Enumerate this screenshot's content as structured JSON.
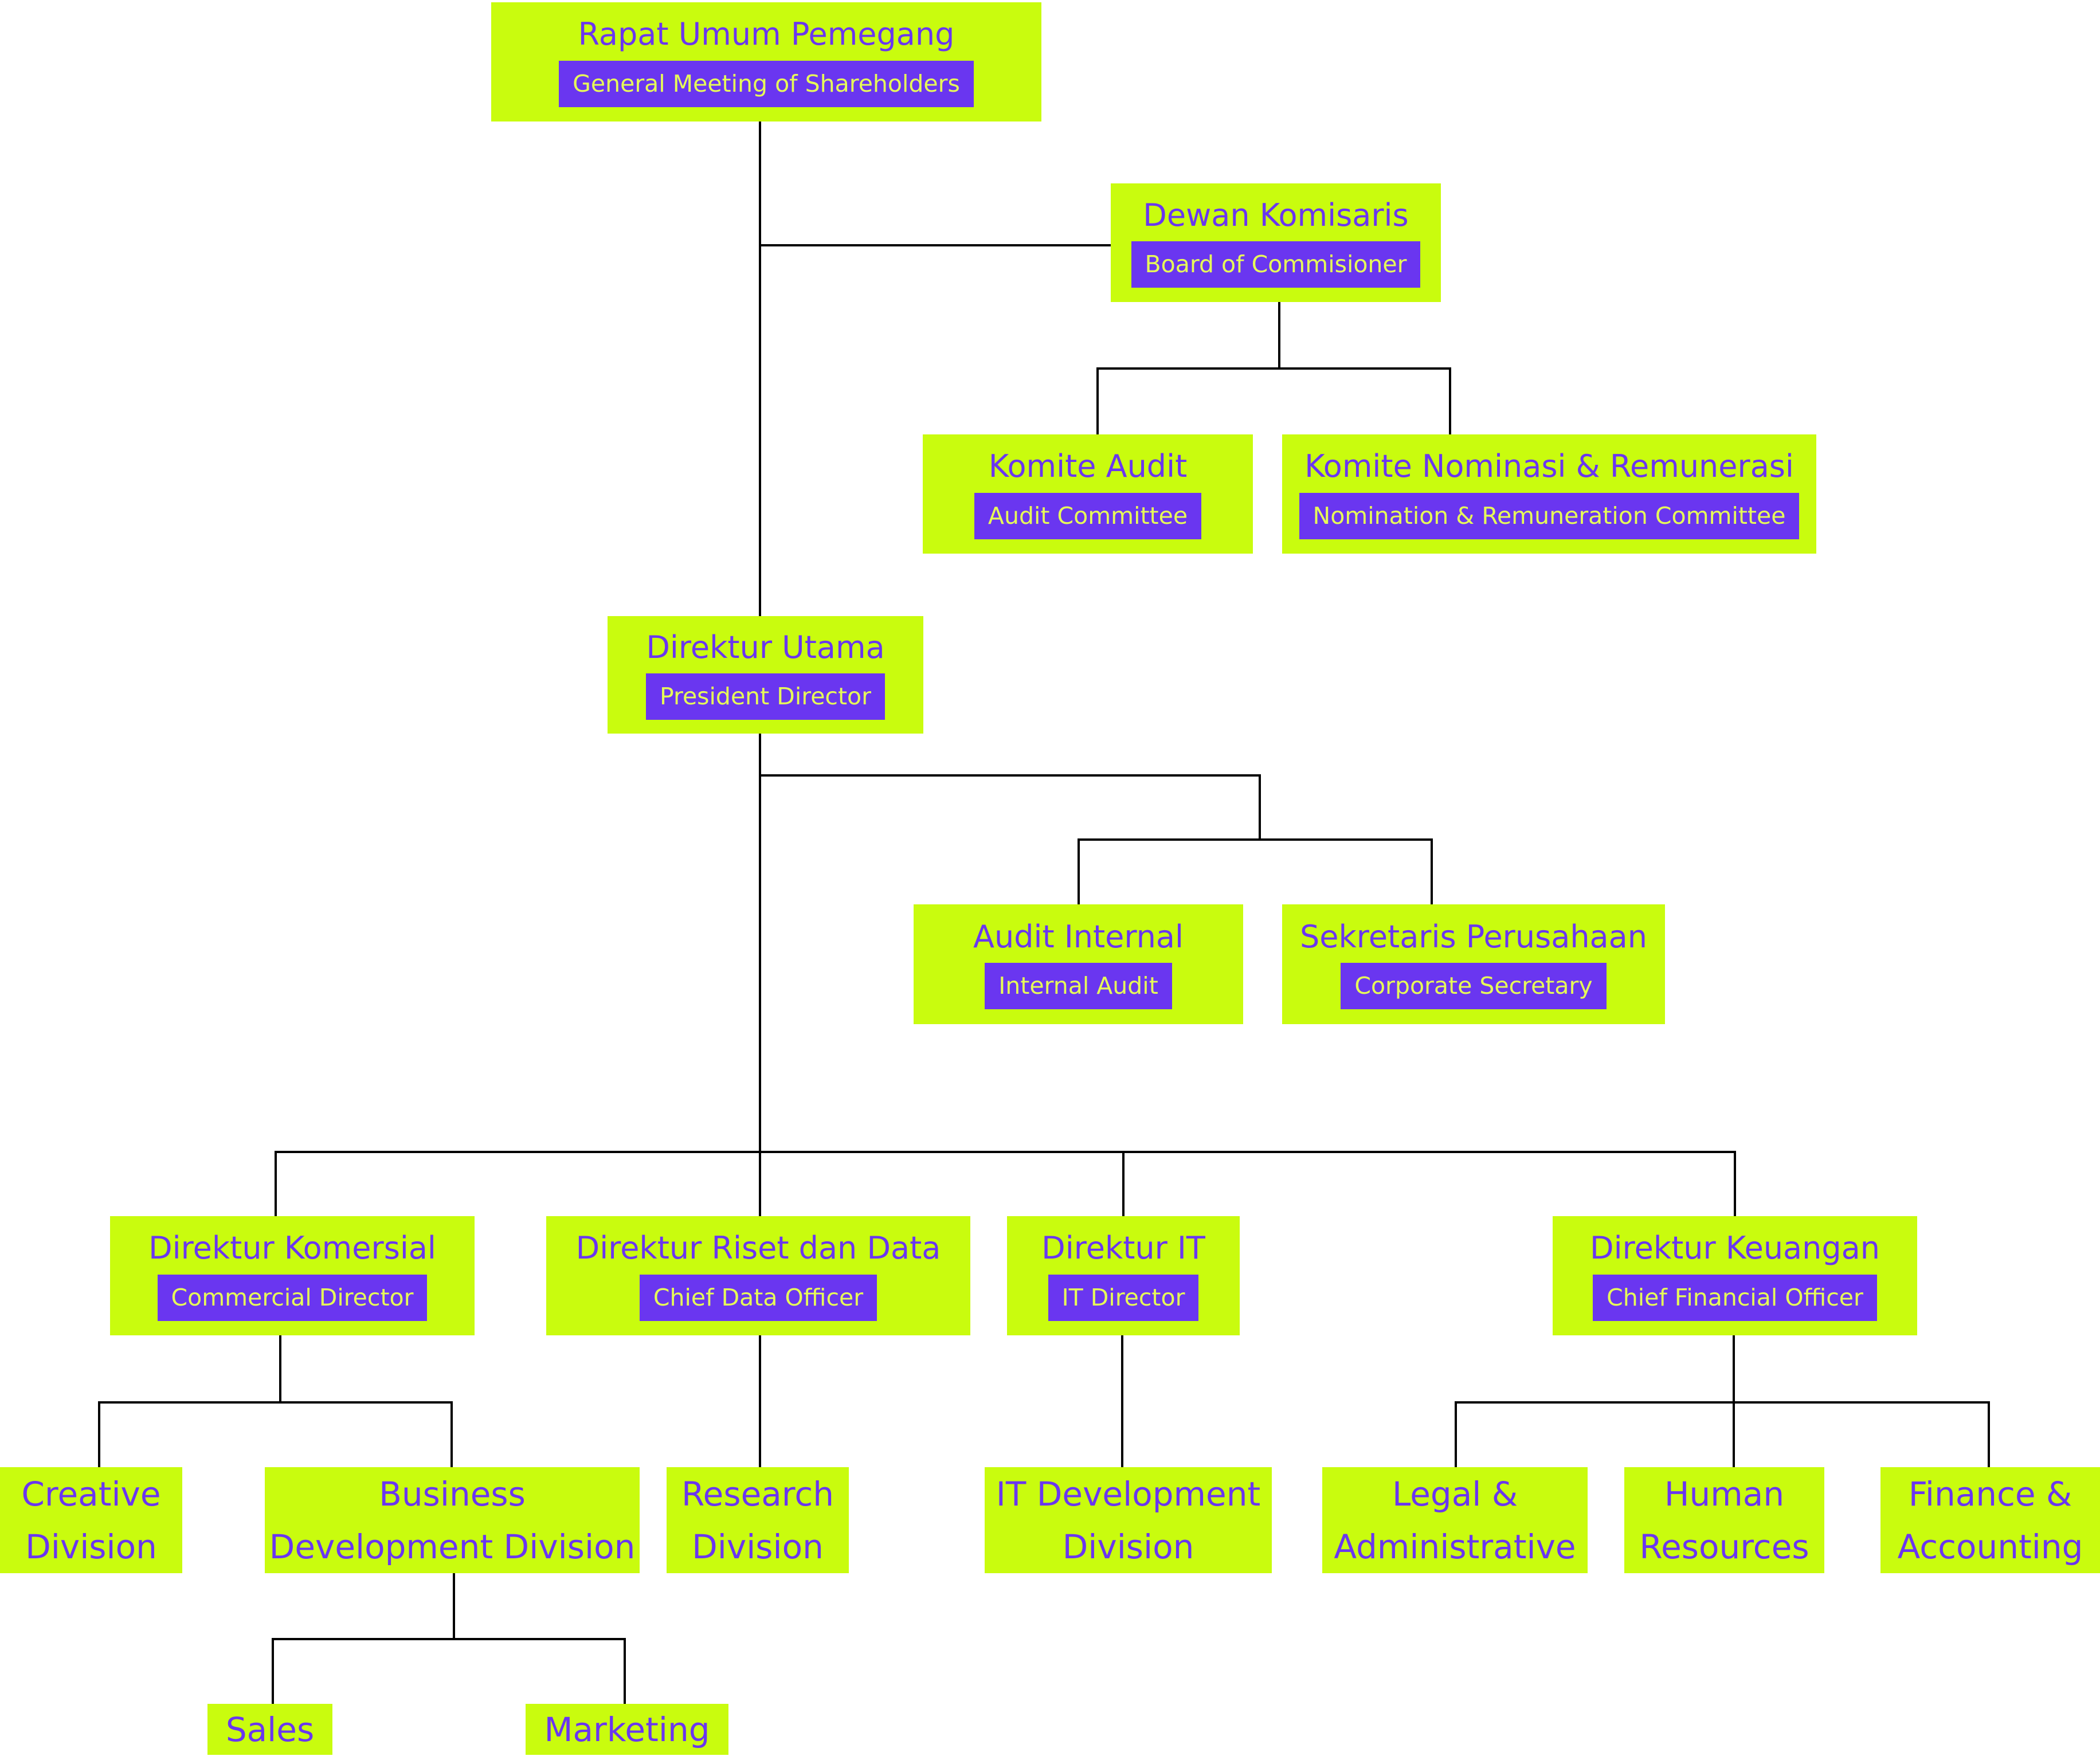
{
  "colors": {
    "box_fill": "#c9fc0e",
    "title_text": "#6a36f0",
    "badge_fill": "#6a36f0",
    "badge_text": "#e6fb58",
    "line": "#000000"
  },
  "org": {
    "rups": {
      "title": "Rapat Umum Pemegang",
      "subtitle": "General Meeting of Shareholders"
    },
    "dekom": {
      "title": "Dewan Komisaris",
      "subtitle": "Board of Commisioner"
    },
    "komite_audit": {
      "title": "Komite Audit",
      "subtitle": "Audit Committee"
    },
    "komite_nominasi": {
      "title": "Komite Nominasi & Remunerasi",
      "subtitle": "Nomination & Remuneration Committee"
    },
    "dirut": {
      "title": "Direktur Utama",
      "subtitle": "President Director"
    },
    "audit_internal": {
      "title": "Audit Internal",
      "subtitle": "Internal Audit"
    },
    "sekretaris": {
      "title": "Sekretaris Perusahaan",
      "subtitle": "Corporate Secretary"
    },
    "dir_komersial": {
      "title": "Direktur Komersial",
      "subtitle": "Commercial Director"
    },
    "dir_riset": {
      "title": "Direktur Riset dan Data",
      "subtitle": "Chief Data Officer"
    },
    "dir_it": {
      "title": "Direktur IT",
      "subtitle": "IT Director"
    },
    "dir_keuangan": {
      "title": "Direktur Keuangan",
      "subtitle": "Chief Financial Officer"
    },
    "creative": {
      "line1": "Creative",
      "line2": "Division"
    },
    "bizdev": {
      "line1": "Business",
      "line2": "Development Division"
    },
    "research": {
      "line1": "Research",
      "line2": "Division"
    },
    "itdev": {
      "line1": "IT Development",
      "line2": "Division"
    },
    "legal": {
      "line1": "Legal &",
      "line2": "Administrative"
    },
    "hr": {
      "line1": "Human",
      "line2": "Resources"
    },
    "finance": {
      "line1": "Finance &",
      "line2": "Accounting"
    },
    "sales": {
      "line1": "Sales"
    },
    "marketing": {
      "line1": "Marketing"
    }
  }
}
